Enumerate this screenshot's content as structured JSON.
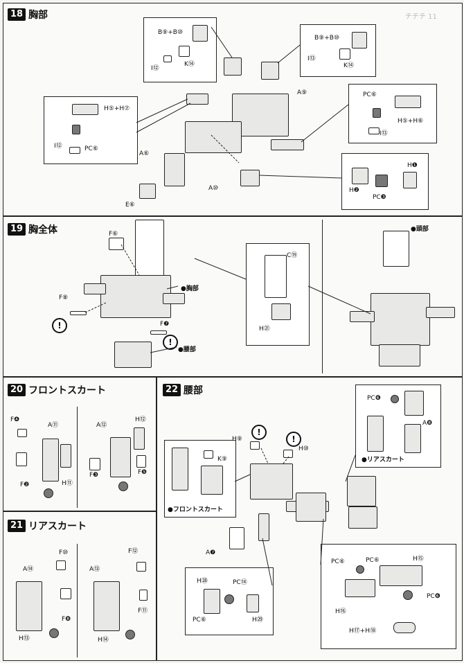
{
  "steps": {
    "s18": {
      "num": "18",
      "title": "胸部"
    },
    "s19": {
      "num": "19",
      "title": "胸全体"
    },
    "s20": {
      "num": "20",
      "title": "フロントスカート"
    },
    "s21": {
      "num": "21",
      "title": "リアスカート"
    },
    "s22": {
      "num": "22",
      "title": "腰部"
    }
  },
  "labels18": {
    "inset1_b": "B⑨+B⑩",
    "inset1_i": "I⑫",
    "inset1_k": "K⑭",
    "inset2_b": "B⑨+B⑩",
    "inset2_i": "I⑬",
    "inset2_k": "K⑭",
    "inset3_h": "H⑤+H⑦",
    "inset3_i": "I⑫",
    "inset3_pc": "PC⑥",
    "inset4_pc": "PC⑥",
    "inset4_h": "H⑤+H⑥",
    "inset4_i": "I⑬",
    "inset5_h1": "H❶",
    "inset5_h2": "H❷",
    "inset5_pc": "PC❸",
    "main_a9": "A⑨",
    "main_a6": "A⑥",
    "main_a10": "A⑩",
    "main_e": "E⑥"
  },
  "labels19": {
    "f6": "F⑥",
    "f8": "F⑧",
    "f7": "F❼",
    "c": "C⑲",
    "h": "H㉑",
    "chest": "●胸部",
    "waist": "●腰部",
    "head": "●頭部"
  },
  "labels20": {
    "f4": "F❹",
    "a11": "A⑪",
    "f2": "F❷",
    "h11": "H⑪",
    "a12": "A⑫",
    "h12": "H⑫",
    "f3": "F❸",
    "f5": "F❺"
  },
  "labels21": {
    "f10": "F⑩",
    "a14": "A⑭",
    "f8b": "F❽",
    "h13": "H⑬",
    "f12": "F⑫",
    "a13": "A⑬",
    "f11": "F⑪",
    "h14": "H⑭"
  },
  "labels22": {
    "h9": "H⑨",
    "h10": "H⑩",
    "k9": "K⑨",
    "a7": "A❼",
    "a8": "A❽",
    "pc_top": "PC❻",
    "front_skirt": "●フロントスカート",
    "rear_skirt": "●リアスカート",
    "sub_h": "H㉘",
    "sub_pc1": "PC⑭",
    "sub_pc2": "PC⑥",
    "sub_h2": "H㉙",
    "r_pc1": "PC⑥",
    "r_pc2": "PC⑥",
    "r_h15": "H⑮",
    "r_pc3": "PC❻",
    "r_h16": "H⑯",
    "r_h17": "H⑰+H⑱"
  },
  "warn": "!",
  "ghost": {
    "right_top": "チチチ 11"
  }
}
